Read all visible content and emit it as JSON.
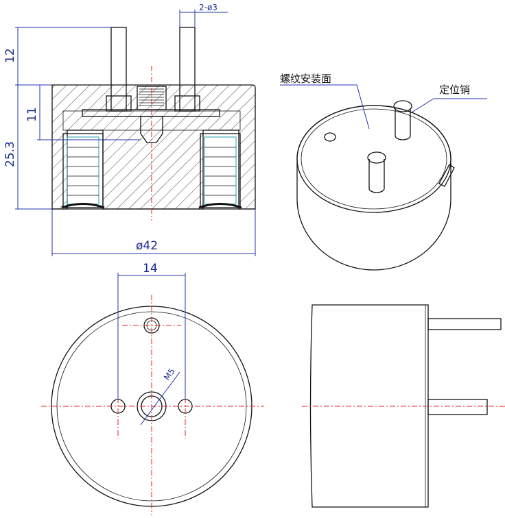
{
  "dimensions": {
    "pin_diameter": "2-ø3",
    "pin_length": "12",
    "total_height": "25.3",
    "inner_height": "11",
    "outer_diameter": "ø42",
    "pin_spacing": "14",
    "thread": "M5"
  },
  "labels": {
    "thread_face": "螺纹安装面",
    "locating_pin": "定位销"
  },
  "colors": {
    "dimension": "#1a2a8a",
    "centerline": "#e02020",
    "outline": "#111111"
  }
}
